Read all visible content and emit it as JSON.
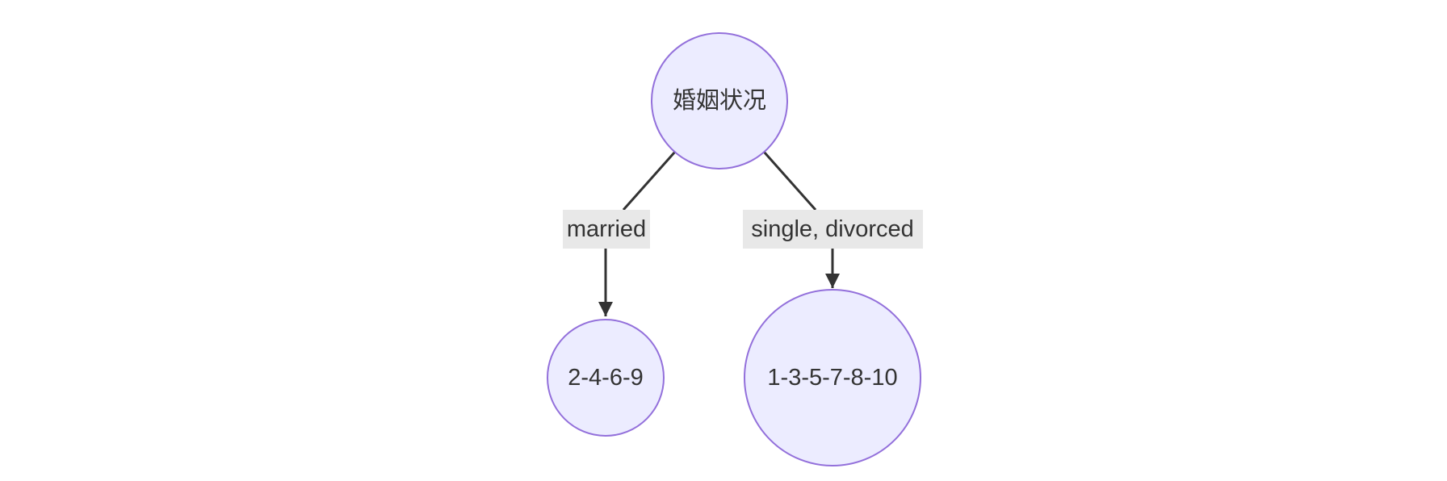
{
  "diagram": {
    "type": "flowchart-tree",
    "nodes": {
      "root": {
        "label": "婚姻状况",
        "shape": "circle"
      },
      "left": {
        "label": "2-4-6-9",
        "shape": "circle"
      },
      "right": {
        "label": "1-3-5-7-8-10",
        "shape": "circle"
      }
    },
    "edges": [
      {
        "from": "婚姻状况",
        "to": "2-4-6-9",
        "label": "married"
      },
      {
        "from": "婚姻状况",
        "to": "1-3-5-7-8-10",
        "label": "single, divorced"
      }
    ],
    "colors": {
      "node_fill": "#ECECFF",
      "node_stroke": "#9370DB",
      "edge": "#333333",
      "label_bg": "#E8E8E8",
      "text": "#333333"
    }
  }
}
